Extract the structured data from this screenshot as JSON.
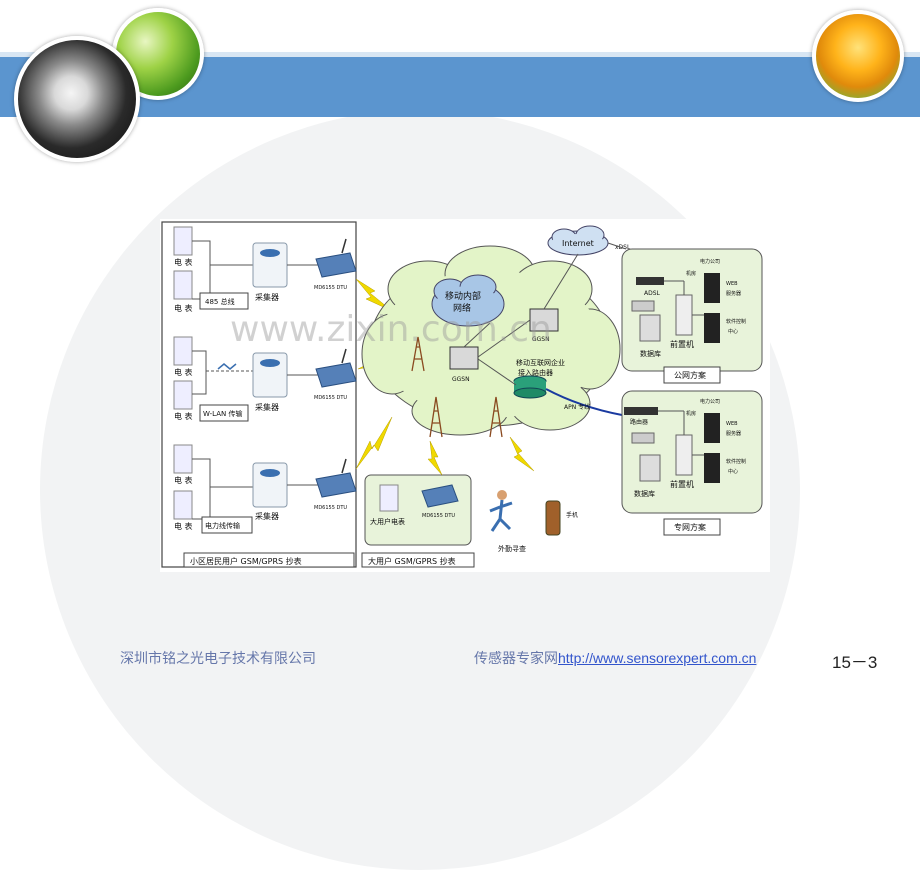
{
  "diagram": {
    "meter_label": "电 表",
    "collector_label": "采集器",
    "dtu_model": "MD6155 DTU",
    "links": {
      "rs485": "485 总线",
      "wlan": "W-LAN 传输",
      "plc": "电力线传输"
    },
    "footer_residential": "小区居民用户 GSM/GPRS 抄表",
    "footer_large_user": "大用户 GSM/GPRS 抄表",
    "large_user_meter": "大用户电表",
    "mobile_intranet": "移动内部\n网络",
    "ggsn": "GGSN",
    "enterprise_router": "移动互联网企业\n接入路由器",
    "internet": "Internet",
    "xdsl": "xDSL",
    "apn": "APN 专线",
    "public_net_scheme": "公网方案",
    "private_net_scheme": "专网方案",
    "adsl": "ADSL",
    "router": "路由器",
    "power_company": "电力公司",
    "server_room": "机房",
    "web_server": "WEB\n服务器",
    "software_center": "软件控制\n中心",
    "front_end": "前置机",
    "database": "数据库",
    "field_check": "外勤寻查",
    "mobile_phone": "手机"
  },
  "watermark": "www.zixin.com.cn",
  "footer": {
    "company": "深圳市铭之光电子技术有限公司",
    "site_label": "传感器专家网",
    "site_url": "http://www.sensorexpert.com.cn"
  },
  "page_number": "15－3",
  "colors": {
    "banner": "#5b95cf",
    "cloud": "#e3f4c8",
    "panel": "#e8f3da",
    "lightning": "#f0d900",
    "footer_text": "#6677aa"
  }
}
